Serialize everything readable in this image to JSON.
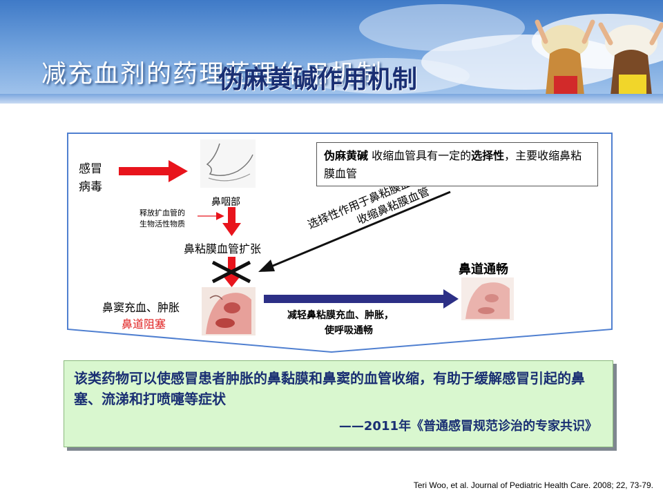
{
  "header": {
    "title_primary": "减充血剂的药理药理作用机制",
    "title_overlay": "伪麻黄碱作用机制"
  },
  "diagram": {
    "cold_virus": [
      "感冒",
      "病毒"
    ],
    "nasopharynx": "鼻咽部",
    "release_note": [
      "释放扩血管的",
      "生物活性物质"
    ],
    "mucosa_dilation": "鼻粘膜血管扩张",
    "sinus_congestion": "鼻窦充血、肿胀",
    "nasal_obstruction": "鼻道阻塞",
    "selective_arrow": [
      "选择性作用于鼻粘膜血管",
      "收缩鼻粘膜血管"
    ],
    "relief_label": [
      "减轻鼻粘膜充血、肿胀，",
      "使呼吸通畅"
    ],
    "clear_airway": "鼻道通畅",
    "selectivity_box": {
      "bold_1": "伪麻黄碱",
      "text_1": " 收缩血管具有一定的",
      "bold_2": "选择性",
      "text_2": "，主要收缩鼻粘膜血管"
    }
  },
  "quote": {
    "text": "该类药物可以使感冒患者肿胀的鼻黏膜和鼻窦的血管收缩，有助于缓解感冒引起的鼻塞、流涕和打喷嚏等症状",
    "source": "——2011年《普通感冒规范诊治的专家共识》"
  },
  "reference": "Teri Woo, et al. Journal of Pediatric Health Care. 2008; 22, 73-79.",
  "colors": {
    "red_arrow": "#e8141c",
    "navy_arrow": "#2c2f86",
    "frame": "#4f7fd0",
    "title_navy": "#1a2f73",
    "obstruction_red": "#e02020"
  }
}
